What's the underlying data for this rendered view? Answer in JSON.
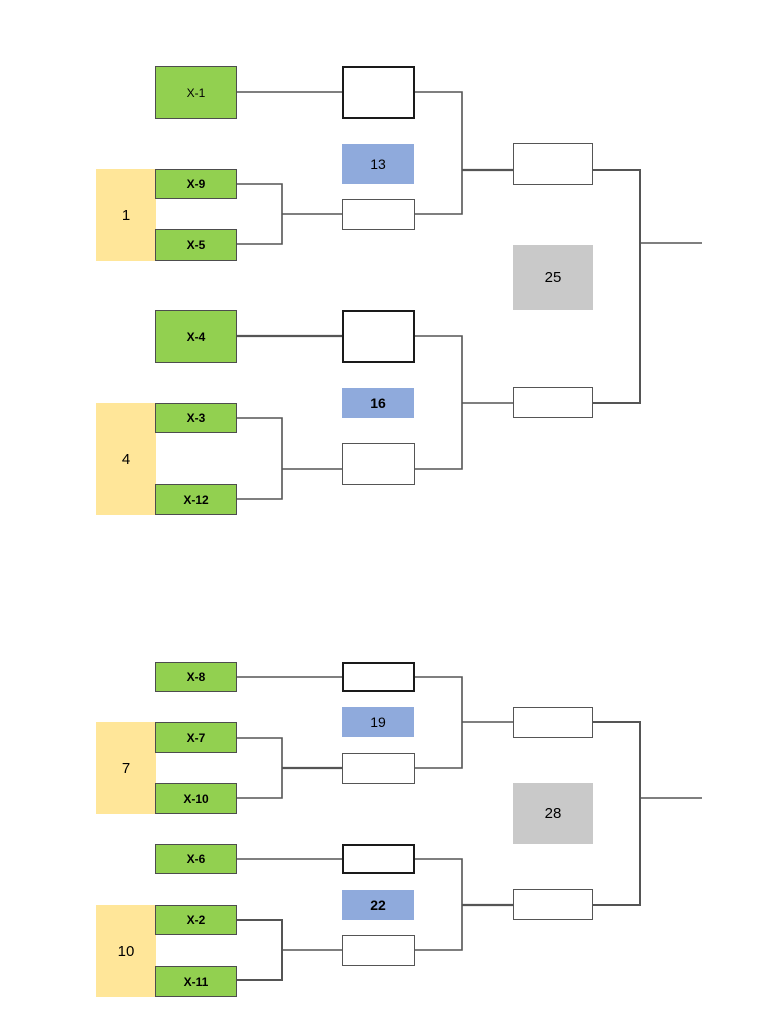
{
  "bracket": {
    "seeds": [
      "1",
      "4",
      "7",
      "10"
    ],
    "teams": [
      "X-1",
      "X-9",
      "X-5",
      "X-4",
      "X-3",
      "X-12",
      "X-8",
      "X-7",
      "X-10",
      "X-6",
      "X-2",
      "X-11"
    ],
    "matches": [
      "13",
      "16",
      "19",
      "22"
    ],
    "finals": [
      "25",
      "28"
    ]
  },
  "colors": {
    "team_fill": "#92d050",
    "seed_fill": "#ffe699",
    "match_fill": "#8faadc",
    "final_fill": "#c9c9c9",
    "line": "#555555"
  }
}
